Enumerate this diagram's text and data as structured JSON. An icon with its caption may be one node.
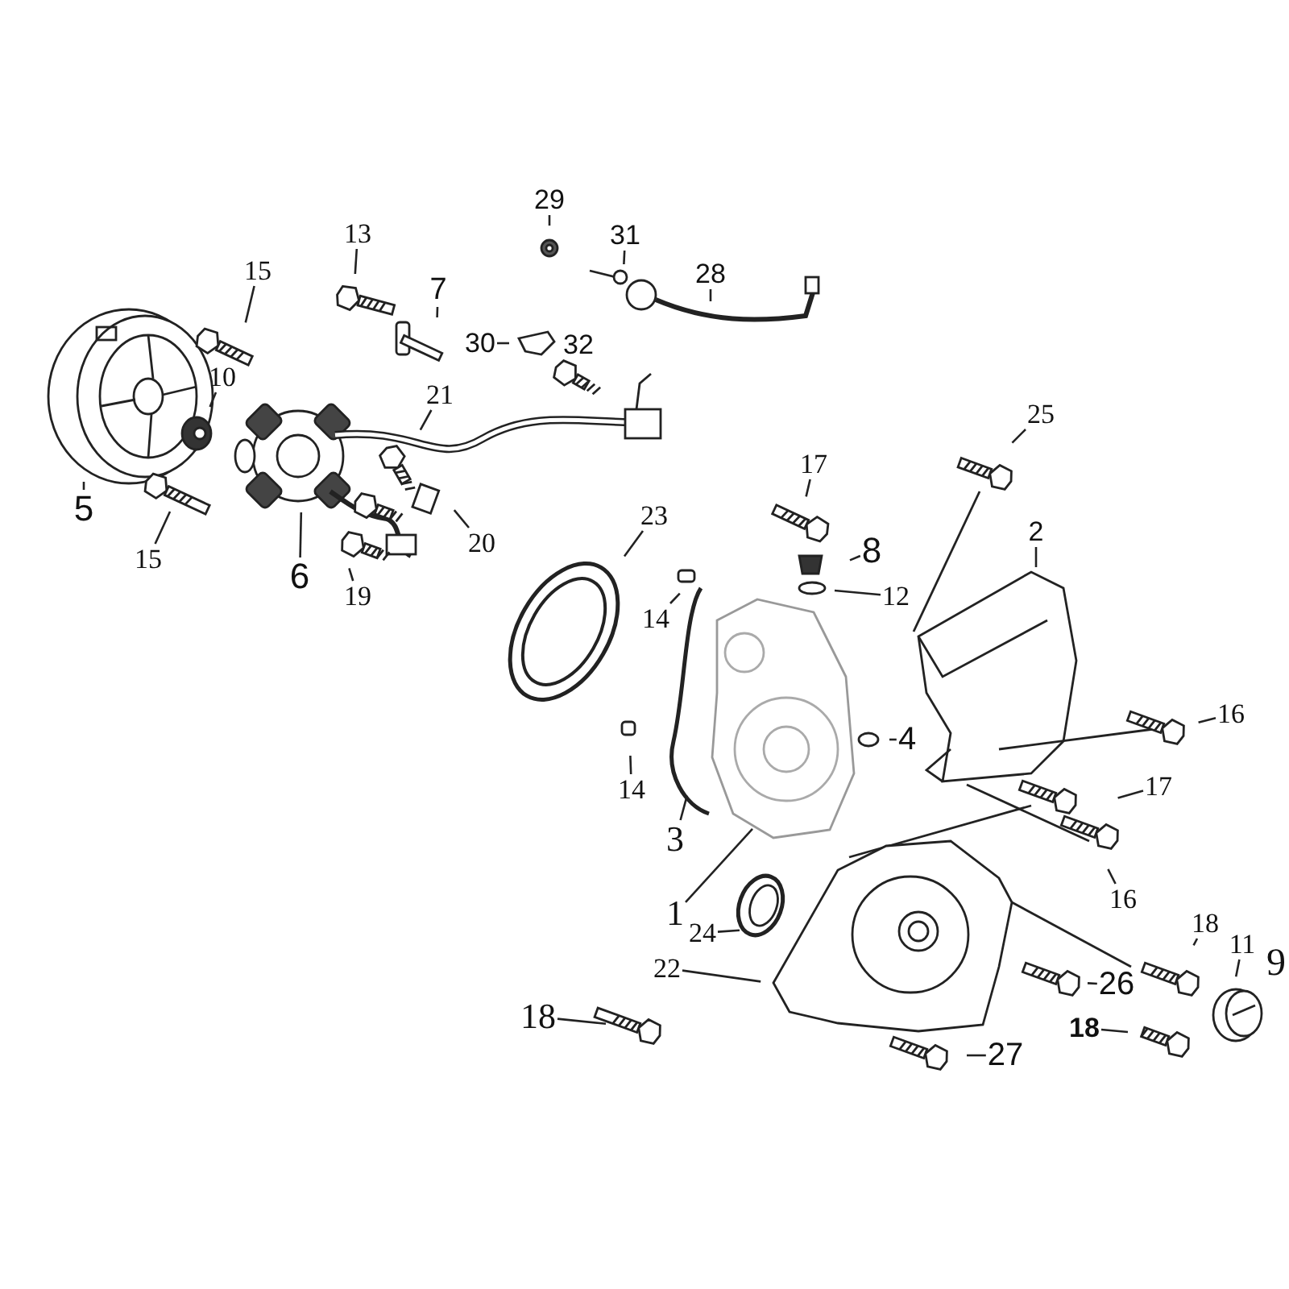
{
  "diagram": {
    "nodes": [
      {
        "text": [
          "29"
        ]
      },
      {
        "text": [
          "13"
        ]
      },
      {
        "text": [
          "31"
        ]
      },
      {
        "text": [
          "15"
        ]
      },
      {
        "text": [
          "28"
        ]
      },
      {
        "text": [
          "7"
        ]
      },
      {
        "text": [
          "30"
        ]
      },
      {
        "text": [
          "10"
        ]
      },
      {
        "text": [
          "21"
        ]
      },
      {
        "text": [
          "25"
        ]
      },
      {
        "text": [
          "17"
        ]
      },
      {
        "text": [
          "5"
        ]
      },
      {
        "text": [
          "2"
        ]
      },
      {
        "text": [
          "20"
        ]
      },
      {
        "text": [
          "8"
        ]
      },
      {
        "text": [
          "15"
        ]
      },
      {
        "text": [
          "6"
        ]
      },
      {
        "text": [
          "12"
        ]
      },
      {
        "text": [
          "19"
        ]
      },
      {
        "text": [
          "23"
        ]
      },
      {
        "text": [
          "14"
        ]
      },
      {
        "text": [
          "16"
        ]
      },
      {
        "text": [
          "4"
        ]
      },
      {
        "text": [
          "17"
        ]
      },
      {
        "text": [
          "14"
        ]
      },
      {
        "text": [
          "3"
        ]
      },
      {
        "text": [
          "1"
        ]
      },
      {
        "text": [
          "24"
        ]
      },
      {
        "text": [
          "16"
        ]
      },
      {
        "text": [
          "18"
        ]
      },
      {
        "text": [
          "11"
        ]
      },
      {
        "text": [
          "22"
        ]
      },
      {
        "text": [
          "26"
        ]
      },
      {
        "text": [
          "18"
        ]
      },
      {
        "text": [
          "18"
        ]
      },
      {
        "text": [
          "27"
        ]
      }
    ],
    "edges": [
      {
        "from": 0,
        "to": null,
        "arrow": "none"
      },
      {
        "from": 1,
        "to": null,
        "arrow": "none"
      },
      {
        "from": 2,
        "to": null,
        "arrow": "none"
      },
      {
        "from": 3,
        "to": null,
        "arrow": "none"
      },
      {
        "from": 4,
        "to": null,
        "arrow": "none"
      },
      {
        "from": 5,
        "to": null,
        "arrow": "none"
      },
      {
        "from": 6,
        "to": null,
        "arrow": "none"
      },
      {
        "from": 7,
        "to": null,
        "arrow": "none"
      },
      {
        "from": 8,
        "to": null,
        "arrow": "none"
      },
      {
        "from": 9,
        "to": null,
        "arrow": "none"
      },
      {
        "from": 10,
        "to": null,
        "arrow": "none"
      },
      {
        "from": 11,
        "to": null,
        "arrow": "none"
      },
      {
        "from": 12,
        "to": null,
        "arrow": "none"
      },
      {
        "from": 13,
        "to": null,
        "arrow": "none"
      },
      {
        "from": 14,
        "to": null,
        "arrow": "none"
      },
      {
        "from": 15,
        "to": null,
        "arrow": "none"
      },
      {
        "from": 16,
        "to": null,
        "arrow": "none"
      },
      {
        "from": 17,
        "to": null,
        "arrow": "none"
      },
      {
        "from": 18,
        "to": null,
        "arrow": "none"
      },
      {
        "from": 19,
        "to": null,
        "arrow": "none"
      },
      {
        "from": 20,
        "to": null,
        "arrow": "none"
      },
      {
        "from": 21,
        "to": null,
        "arrow": "none"
      },
      {
        "from": 22,
        "to": null,
        "arrow": "none"
      },
      {
        "from": 23,
        "to": null,
        "arrow": "none"
      },
      {
        "from": 24,
        "to": null,
        "arrow": "none"
      },
      {
        "from": 25,
        "to": null,
        "arrow": "none"
      },
      {
        "from": 26,
        "to": null,
        "arrow": "none"
      },
      {
        "from": 27,
        "to": null,
        "arrow": "none"
      },
      {
        "from": 28,
        "to": null,
        "arrow": "none"
      },
      {
        "from": 29,
        "to": null,
        "arrow": "none"
      },
      {
        "from": 30,
        "to": null,
        "arrow": "none"
      },
      {
        "from": 31,
        "to": null,
        "arrow": "none"
      },
      {
        "from": 32,
        "to": null,
        "arrow": "none"
      },
      {
        "from": 33,
        "to": null,
        "arrow": "none"
      },
      {
        "from": 34,
        "to": null,
        "arrow": "none"
      },
      {
        "from": 35,
        "to": null,
        "arrow": "none"
      }
    ],
    "labels": [
      "32",
      "9"
    ]
  }
}
